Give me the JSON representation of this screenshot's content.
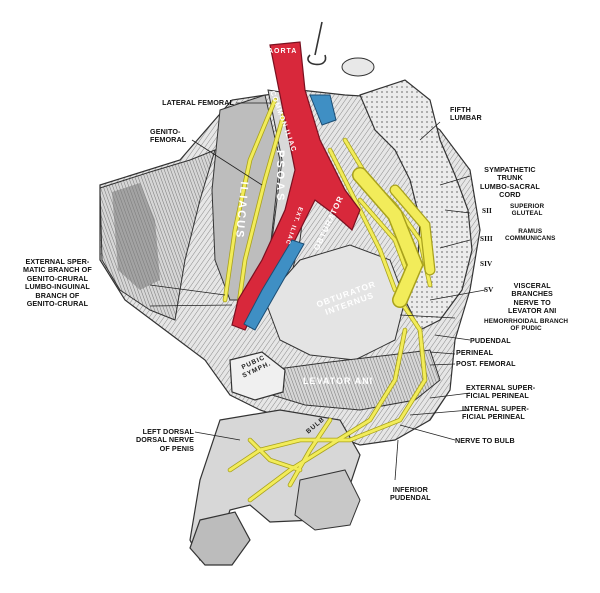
{
  "labels": {
    "lateral_femoral": "LATERAL FEMORAL",
    "genito_femoral": "GENITO-\nFEMORAL",
    "external_spermatic": "EXTERNAL SPER-\nMATIC BRANCH OF\nGENITO-CRURAL\nLUMBO-INGUINAL\nBRANCH OF\nGENITO-CRURAL",
    "left_dorsal": "LEFT DORSAL\nDORSAL NERVE\nOF PENIS",
    "fifth_lumbar": "FIFTH\nLUMBAR",
    "sympathetic_trunk": "SYMPATHETIC\nTRUNK\nLUMBO-SACRAL\nCORD",
    "superior_gluteal": "SUPERIOR\nGLUTEAL",
    "ramus_communicans": "RAMUS\nCOMMUNICANS",
    "s2": "SII",
    "s3": "SIII",
    "s4": "SIV",
    "s5": "SV",
    "visceral_branches": "VISCERAL\nBRANCHES\nNERVE TO\nLEVATOR ANI",
    "hemorrhoidal": "HEMORRHOIDAL BRANCH\nOF PUDIC",
    "pudendal": "PUDENDAL",
    "perineal": "PERINEAL",
    "post_femoral": "POST. FEMORAL",
    "ext_superficial_perineal": "EXTERNAL SUPER-\nFICIAL PERINEAL",
    "int_superficial_perineal": "INTERNAL SUPER-\nFICIAL PERINEAL",
    "nerve_to_bulb": "NERVE TO BULB",
    "inferior_pudendal": "INFERIOR\nPUDENDAL"
  },
  "inline": {
    "aorta": "AORTA",
    "common_iliac": "COMMON ILIAC",
    "psoas": "PSOAS",
    "iliacus": "ILIACUS",
    "ext_iliac": "EXT. ILIAC",
    "obturator": "OBTURATOR",
    "obturator_internus": "OBTURATOR\nINTERNUS",
    "levator_ani": "LEVATOR ANI",
    "pubic_symph": "PUBIC\nSYMPH.",
    "bulb": "BULB"
  },
  "colors": {
    "artery": "#d8283b",
    "vein": "#3f8fc4",
    "nerve": "#f2ec5a",
    "nerve_edge": "#a9a21c",
    "tissue": "#cfcfcf",
    "tissue_dark": "#6f6f6f",
    "line": "#222222"
  }
}
